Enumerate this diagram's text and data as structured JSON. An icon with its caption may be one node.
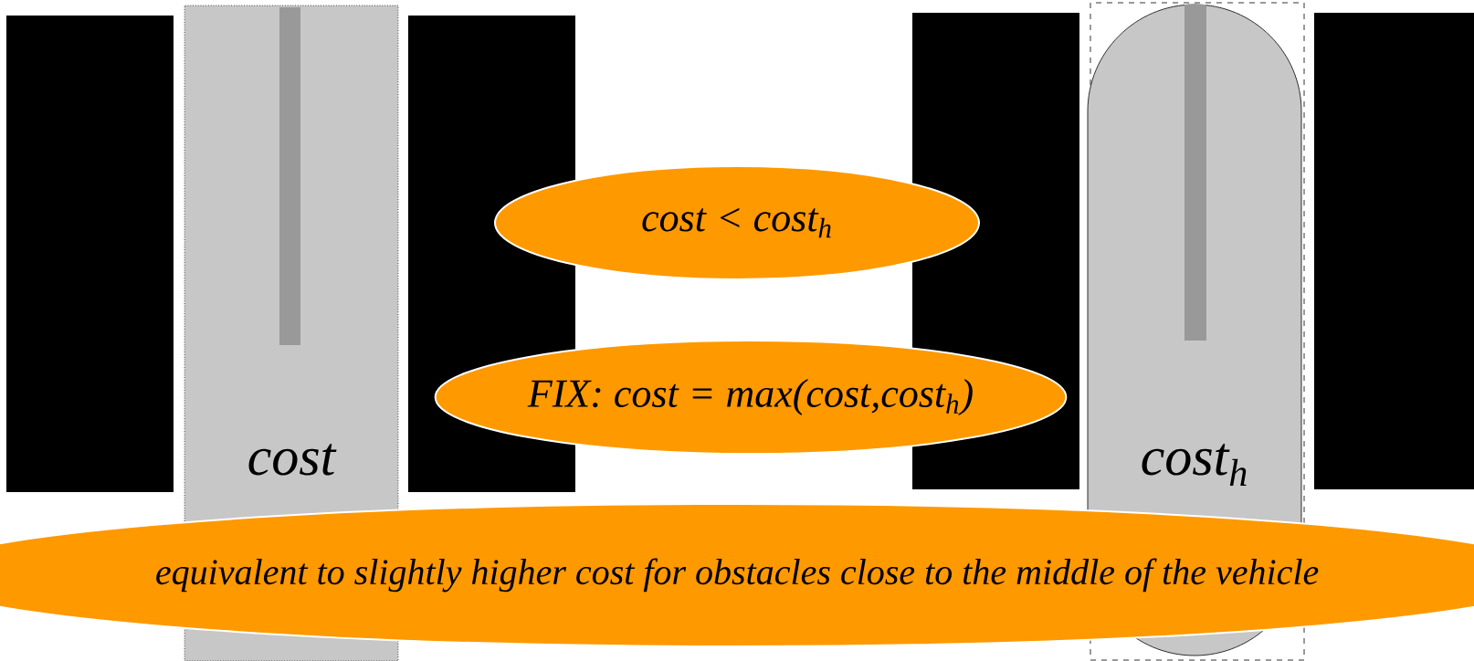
{
  "diagram": {
    "nodes": [
      {
        "text": [
          "cost"
        ]
      },
      {
        "text": [
          "cost$_{h}$"
        ]
      },
      {
        "text": [
          "cost < cost$_{h}$"
        ]
      },
      {
        "text": [
          "FIX: cost = max(cost,cost$_{h}$)"
        ]
      },
      {
        "text": [
          "equivalent to slightly higher cost for obstacles close to the middle of the vehicle"
        ]
      },
      {
        "text": [],
        "shape": "box"
      },
      {
        "text": [],
        "shape": "box"
      },
      {
        "text": [],
        "shape": "box"
      },
      {
        "text": [],
        "shape": "box"
      }
    ]
  }
}
